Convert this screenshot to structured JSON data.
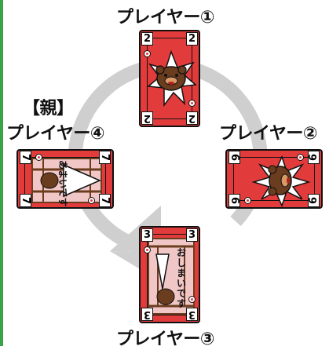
{
  "players": {
    "p1": {
      "label": "プレイヤー①",
      "card": {
        "rank": "2"
      }
    },
    "p2": {
      "label": "プレイヤー②",
      "card": {
        "rank": "6"
      }
    },
    "p3": {
      "label": "プレイヤー③",
      "card": {
        "rank": "3",
        "text": "おしまいです"
      }
    },
    "p4": {
      "label": "プレイヤー④",
      "badge": "【親】",
      "card": {
        "rank": "7",
        "text": "あまいです"
      }
    }
  },
  "colors": {
    "card_red": "#e23b3b",
    "arrow_gray": "#c8c8c8",
    "edge_green": "#3aa34a"
  },
  "icons": [
    "turn-order-arrow",
    "bear-face-icon",
    "cage-bars-icon"
  ]
}
